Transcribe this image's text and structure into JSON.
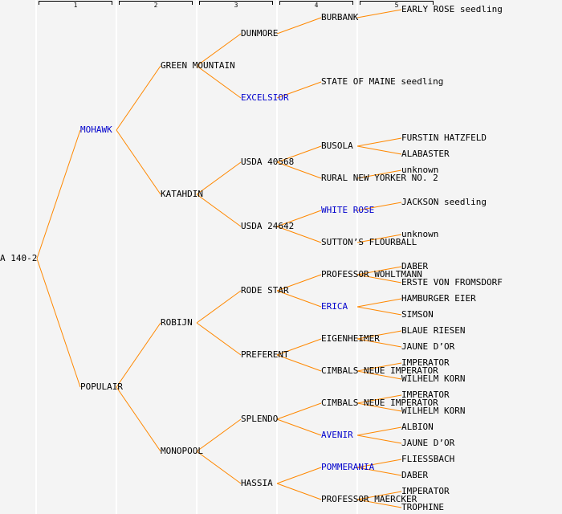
{
  "colors": {
    "background": "#f4f4f4",
    "link": "#ff8800",
    "text": "#000000",
    "highlight": "#0000cc",
    "separator": "#ffffff"
  },
  "generations": [
    "1",
    "2",
    "3",
    "4",
    "5"
  ],
  "tree": {
    "name": "A 140-2",
    "highlight": false,
    "children": [
      {
        "name": "MOHAWK",
        "highlight": true,
        "children": [
          {
            "name": "GREEN MOUNTAIN",
            "highlight": false,
            "children": [
              {
                "name": "DUNMORE",
                "highlight": false,
                "children": [
                  {
                    "name": "BURBANK",
                    "highlight": false,
                    "children": [
                      {
                        "name": "EARLY ROSE seedling",
                        "highlight": false
                      }
                    ]
                  }
                ]
              },
              {
                "name": "EXCELSIOR",
                "highlight": true,
                "children": [
                  {
                    "name": "STATE OF MAINE seedling",
                    "highlight": false
                  }
                ]
              }
            ]
          },
          {
            "name": "KATAHDIN",
            "highlight": false,
            "children": [
              {
                "name": "USDA 40568",
                "highlight": false,
                "children": [
                  {
                    "name": "BUSOLA",
                    "highlight": false,
                    "children": [
                      {
                        "name": "FURSTIN HATZFELD",
                        "highlight": false
                      },
                      {
                        "name": "ALABASTER",
                        "highlight": false
                      }
                    ]
                  },
                  {
                    "name": "RURAL NEW YORKER NO. 2",
                    "highlight": false,
                    "children": [
                      {
                        "name": "unknown",
                        "highlight": false
                      }
                    ]
                  }
                ]
              },
              {
                "name": "USDA 24642",
                "highlight": false,
                "children": [
                  {
                    "name": "WHITE ROSE",
                    "highlight": true,
                    "children": [
                      {
                        "name": "JACKSON seedling",
                        "highlight": false
                      }
                    ]
                  },
                  {
                    "name": "SUTTON’S FLOURBALL",
                    "highlight": false,
                    "children": [
                      {
                        "name": "unknown",
                        "highlight": false
                      }
                    ]
                  }
                ]
              }
            ]
          }
        ]
      },
      {
        "name": "POPULAIR",
        "highlight": false,
        "children": [
          {
            "name": "ROBIJN",
            "highlight": false,
            "children": [
              {
                "name": "RODE STAR",
                "highlight": false,
                "children": [
                  {
                    "name": "PROFESSOR WOHLTMANN",
                    "highlight": false,
                    "children": [
                      {
                        "name": "DABER",
                        "highlight": false
                      },
                      {
                        "name": "ERSTE VON FROMSDORF",
                        "highlight": false
                      }
                    ]
                  },
                  {
                    "name": "ERICA",
                    "highlight": true,
                    "children": [
                      {
                        "name": "HAMBURGER EIER",
                        "highlight": false
                      },
                      {
                        "name": "SIMSON",
                        "highlight": false
                      }
                    ]
                  }
                ]
              },
              {
                "name": "PREFERENT",
                "highlight": false,
                "children": [
                  {
                    "name": "EIGENHEIMER",
                    "highlight": false,
                    "children": [
                      {
                        "name": "BLAUE RIESEN",
                        "highlight": false
                      },
                      {
                        "name": "JAUNE D’OR",
                        "highlight": false
                      }
                    ]
                  },
                  {
                    "name": "CIMBALS NEUE IMPERATOR",
                    "highlight": false,
                    "children": [
                      {
                        "name": "IMPERATOR",
                        "highlight": false
                      },
                      {
                        "name": "WILHELM KORN",
                        "highlight": false
                      }
                    ]
                  }
                ]
              }
            ]
          },
          {
            "name": "MONOPOOL",
            "highlight": false,
            "children": [
              {
                "name": "SPLENDO",
                "highlight": false,
                "children": [
                  {
                    "name": "CIMBALS NEUE IMPERATOR",
                    "highlight": false,
                    "children": [
                      {
                        "name": "IMPERATOR",
                        "highlight": false
                      },
                      {
                        "name": "WILHELM KORN",
                        "highlight": false
                      }
                    ]
                  },
                  {
                    "name": "AVENIR",
                    "highlight": true,
                    "children": [
                      {
                        "name": "ALBION",
                        "highlight": false
                      },
                      {
                        "name": "JAUNE D’OR",
                        "highlight": false
                      }
                    ]
                  }
                ]
              },
              {
                "name": "HASSIA",
                "highlight": false,
                "children": [
                  {
                    "name": "POMMERANIA",
                    "highlight": true,
                    "children": [
                      {
                        "name": "FLIESSBACH",
                        "highlight": false
                      },
                      {
                        "name": "DABER",
                        "highlight": false
                      }
                    ]
                  },
                  {
                    "name": "PROFESSOR MAERCKER",
                    "highlight": false,
                    "children": [
                      {
                        "name": "IMPERATOR",
                        "highlight": false
                      },
                      {
                        "name": "TROPHINE",
                        "highlight": false
                      }
                    ]
                  }
                ]
              }
            ]
          }
        ]
      }
    ]
  }
}
